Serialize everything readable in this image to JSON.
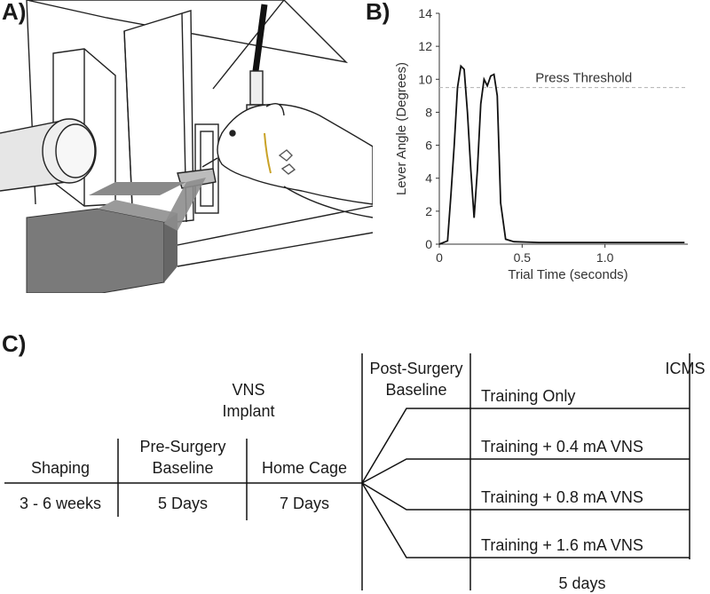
{
  "panels": {
    "a": "A)",
    "b": "B)",
    "c": "C)"
  },
  "chart_data": {
    "type": "line",
    "xlabel": "Trial Time (seconds)",
    "ylabel": "Lever Angle (Degrees)",
    "xlim": [
      0,
      1.5
    ],
    "ylim": [
      0,
      14
    ],
    "x_ticks": [
      "0",
      "0.5",
      "1.0"
    ],
    "x_tick_values": [
      0,
      0.5,
      1.0
    ],
    "y_ticks": [
      "0",
      "2",
      "4",
      "6",
      "8",
      "10",
      "12",
      "14"
    ],
    "y_tick_values": [
      0,
      2,
      4,
      6,
      8,
      10,
      12,
      14
    ],
    "threshold": {
      "label": "Press Threshold",
      "value": 9.5
    },
    "series": [
      {
        "x": [
          0,
          0.05,
          0.07,
          0.09,
          0.11,
          0.13,
          0.15,
          0.17,
          0.19,
          0.21,
          0.23,
          0.25,
          0.27,
          0.29,
          0.31,
          0.33,
          0.35,
          0.37,
          0.4,
          0.45,
          0.6,
          0.8,
          1.0,
          1.2,
          1.48
        ],
        "y": [
          0,
          0.2,
          3.0,
          6.0,
          9.5,
          10.8,
          10.6,
          8.0,
          4.5,
          1.6,
          4.5,
          8.5,
          10.0,
          9.6,
          10.2,
          10.3,
          9.0,
          2.5,
          0.3,
          0.15,
          0.1,
          0.1,
          0.1,
          0.1,
          0.1
        ]
      }
    ]
  },
  "timeline": {
    "stages": [
      {
        "name": "Shaping",
        "duration": "3 - 6 weeks"
      },
      {
        "name": "Pre-Surgery\nBaseline",
        "name_lines": [
          "Pre-Surgery",
          "Baseline"
        ],
        "duration": "5 Days"
      },
      {
        "name": "Home Cage",
        "duration": "7 Days"
      }
    ],
    "vns_implant": [
      "VNS",
      "Implant"
    ],
    "post_surgery": [
      "Post-Surgery",
      "Baseline"
    ],
    "icms": "ICMS",
    "groups": [
      "Training Only",
      "Training + 0.4 mA VNS",
      "Training + 0.8 mA VNS",
      "Training + 1.6 mA VNS"
    ],
    "treatment_duration": "5 days"
  }
}
